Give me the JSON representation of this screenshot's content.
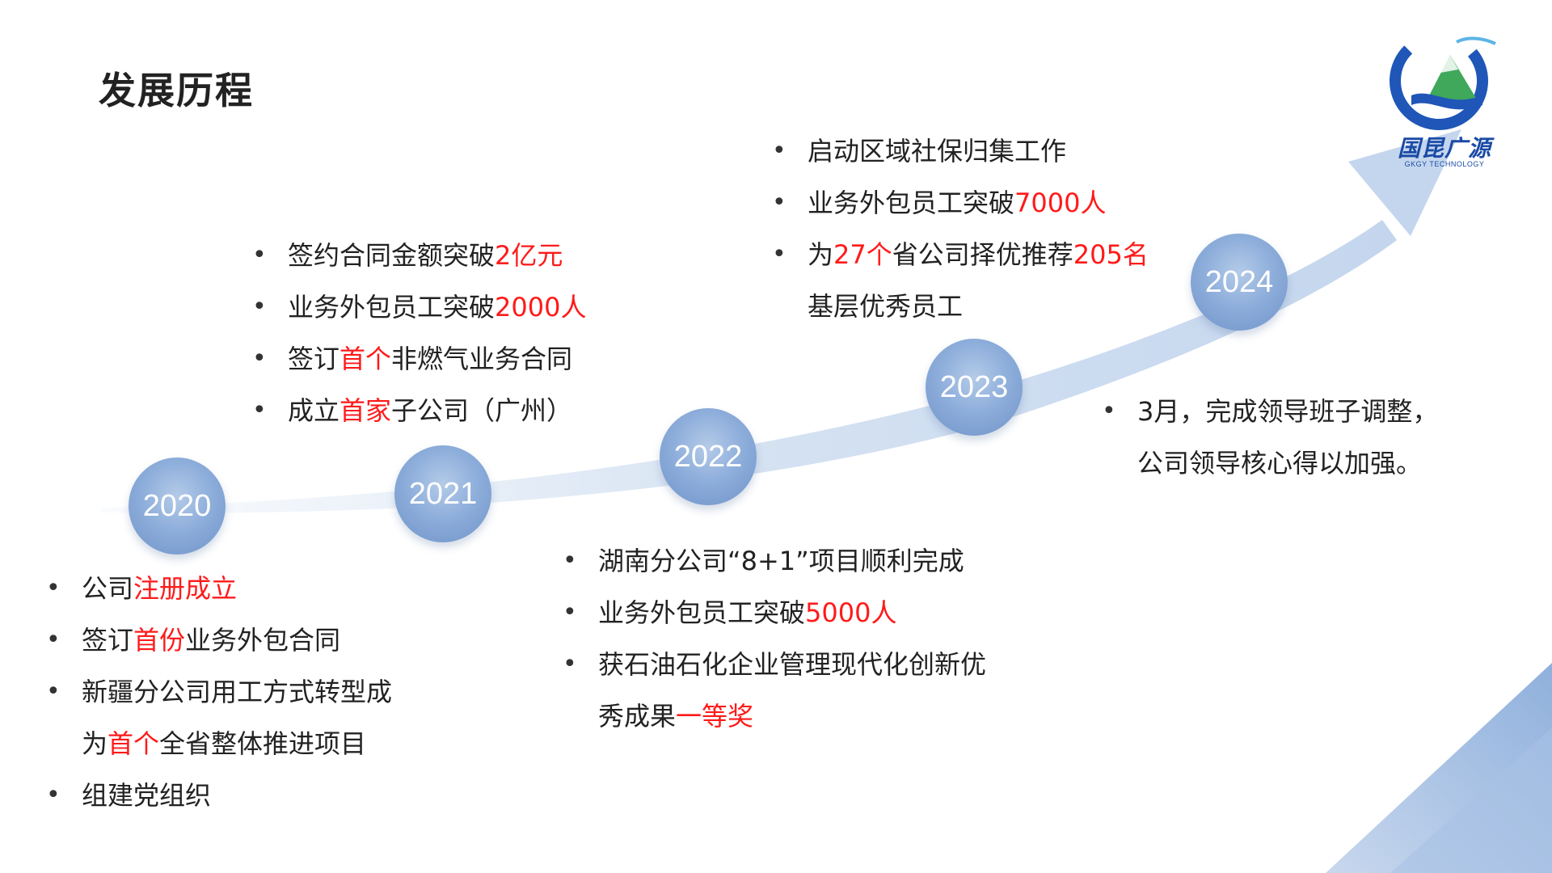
{
  "title": "发展历程",
  "logo": {
    "name": "国昆广源",
    "subtitle": "GKGY TECHNOLOGY"
  },
  "colors": {
    "highlight": "#ff1a1a",
    "node": "#8eaedb",
    "arrow": "#c9d9ee",
    "corner": "#8fb0dc"
  },
  "timeline": [
    {
      "year": "2020"
    },
    {
      "year": "2021"
    },
    {
      "year": "2022"
    },
    {
      "year": "2023"
    },
    {
      "year": "2024"
    }
  ],
  "milestones": {
    "y2020": [
      [
        {
          "t": "公司"
        },
        {
          "t": "注册成立",
          "hl": true
        }
      ],
      [
        {
          "t": "签订"
        },
        {
          "t": "首份",
          "hl": true
        },
        {
          "t": "业务外包合同"
        }
      ],
      [
        {
          "t": "新疆分公司用工方式转型成"
        }
      ],
      [
        {
          "t": "为"
        },
        {
          "t": "首个",
          "hl": true
        },
        {
          "t": "全省整体推进项目"
        }
      ],
      [
        {
          "t": "组建党组织"
        }
      ]
    ],
    "y2021": [
      [
        {
          "t": "签约合同金额突破"
        },
        {
          "t": "2亿元",
          "hl": true
        }
      ],
      [
        {
          "t": "业务外包员工突破"
        },
        {
          "t": "2000人",
          "hl": true
        }
      ],
      [
        {
          "t": "签订"
        },
        {
          "t": "首个",
          "hl": true
        },
        {
          "t": "非燃气业务合同"
        }
      ],
      [
        {
          "t": "成立"
        },
        {
          "t": "首家",
          "hl": true
        },
        {
          "t": "子公司（广州）"
        }
      ]
    ],
    "y2022": [
      [
        {
          "t": "湖南分公司“8+1”项目顺利完成"
        }
      ],
      [
        {
          "t": "业务外包员工突破"
        },
        {
          "t": "5000人",
          "hl": true
        }
      ],
      [
        {
          "t": "获石油石化企业管理现代化创新优"
        }
      ],
      [
        {
          "t": "秀成果"
        },
        {
          "t": "一等奖",
          "hl": true
        }
      ]
    ],
    "y2023": [
      [
        {
          "t": "启动区域社保归集工作"
        }
      ],
      [
        {
          "t": "业务外包员工突破"
        },
        {
          "t": "7000人",
          "hl": true
        }
      ],
      [
        {
          "t": "为"
        },
        {
          "t": "27个",
          "hl": true
        },
        {
          "t": "省公司择优推荐"
        },
        {
          "t": "205名",
          "hl": true
        }
      ],
      [
        {
          "t": "基层优秀员工"
        }
      ]
    ],
    "y2024": [
      [
        {
          "t": "3月，完成领导班子调整，"
        }
      ],
      [
        {
          "t": "公司领导核心得以加强。"
        }
      ]
    ]
  }
}
